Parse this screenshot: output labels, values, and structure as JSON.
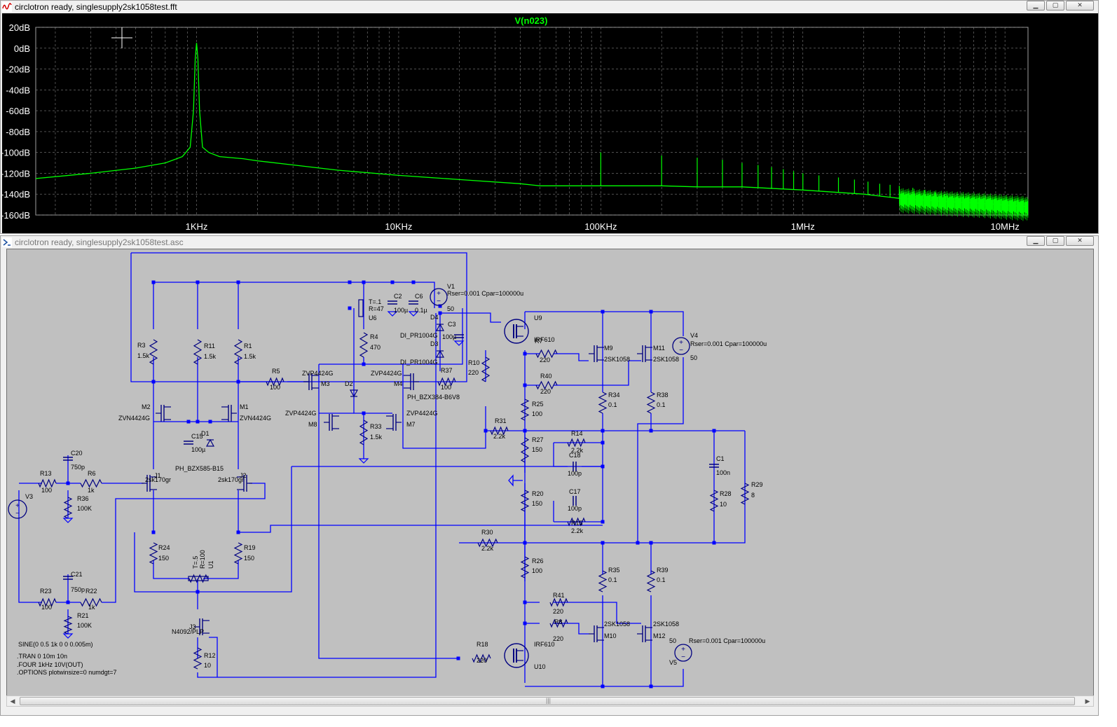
{
  "plot_window": {
    "title": "circlotron ready, singlesupply2sk1058test.fft",
    "trace_name": "V(n023)",
    "colors": {
      "background": "#000000",
      "grid": "#808080",
      "trace": "#00ff00",
      "axis_text": "#ffffff",
      "trace_label": "#00ff00"
    }
  },
  "chart_data": {
    "type": "line",
    "title": "V(n023)",
    "x_scale": "log",
    "xlim_hz": [
      160,
      13000000
    ],
    "ylim_db": [
      -160,
      20
    ],
    "y_ticks": [
      "20dB",
      "0dB",
      "-20dB",
      "-40dB",
      "-60dB",
      "-80dB",
      "-100dB",
      "-120dB",
      "-140dB",
      "-160dB"
    ],
    "y_tick_values": [
      20,
      0,
      -20,
      -40,
      -60,
      -80,
      -100,
      -120,
      -140,
      -160
    ],
    "x_ticks": [
      "1KHz",
      "10KHz",
      "100KHz",
      "1MHz",
      "10MHz"
    ],
    "x_tick_values": [
      1000,
      10000,
      100000,
      1000000,
      10000000
    ],
    "grid": true,
    "series": [
      {
        "name": "V(n023)",
        "color": "#00ff00",
        "x": [
          160,
          300,
          500,
          700,
          850,
          930,
          965,
          985,
          1000,
          1015,
          1035,
          1070,
          1150,
          1300,
          1700,
          2000,
          3000,
          5000,
          10000,
          20000,
          40000,
          50000,
          80000,
          100000,
          200000,
          300000,
          500000,
          1000000,
          2000000,
          3000000,
          5000000,
          8000000,
          13000000
        ],
        "y": [
          -125,
          -120,
          -115,
          -110,
          -104,
          -95,
          -60,
          -10,
          5,
          -10,
          -60,
          -95,
          -100,
          -104,
          -106,
          -108,
          -112,
          -117,
          -122,
          -126,
          -130,
          -132,
          -132,
          -132,
          -132,
          -133,
          -133,
          -136,
          -140,
          -144,
          -147,
          -149,
          -152
        ]
      }
    ],
    "spurs": {
      "color": "#00ff00",
      "x": [
        100000,
        200000,
        300000,
        400000,
        500000,
        600000,
        700000,
        800000,
        900000,
        1000000,
        1200000,
        1500000,
        1800000,
        2100000,
        2400000,
        2700000,
        3000000,
        3500000,
        4000000,
        4500000,
        5000000,
        6000000,
        7000000
      ],
      "y": [
        -100,
        -103,
        -105,
        -107,
        -110,
        -112,
        -114,
        -116,
        -118,
        -120,
        -122,
        -124,
        -126,
        -128,
        -130,
        -131,
        -132,
        -134,
        -136,
        -138,
        -140,
        -142,
        -144
      ]
    }
  },
  "schematic_window": {
    "title": "circlotron ready, singlesupply2sk1058test.asc",
    "colors": {
      "background": "#c0c0c0",
      "wire": "#0000ff",
      "component": "#000080",
      "text": "#000000",
      "junction": "#0000ff"
    },
    "directives": [
      "SINE(0 0.5 1k 0 0 0.005m)",
      ".TRAN 0 10m 10n",
      ".FOUR 1kHz 10V(OUT)",
      ".OPTIONS plotwinsize=0 numdgt=7"
    ],
    "resistors": [
      {
        "ref": "R3",
        "value": "1.5k"
      },
      {
        "ref": "R11",
        "value": "1.5k"
      },
      {
        "ref": "R1",
        "value": "1.5k"
      },
      {
        "ref": "R5",
        "value": "100"
      },
      {
        "ref": "R4",
        "value": "470"
      },
      {
        "ref": "R33",
        "value": "1.5k"
      },
      {
        "ref": "R37",
        "value": "100"
      },
      {
        "ref": "R10",
        "value": "220"
      },
      {
        "ref": "R7",
        "value": "220"
      },
      {
        "ref": "R40",
        "value": "220"
      },
      {
        "ref": "R25",
        "value": "100"
      },
      {
        "ref": "R34",
        "value": "0.1"
      },
      {
        "ref": "R38",
        "value": "0.1"
      },
      {
        "ref": "R31",
        "value": "2.2k"
      },
      {
        "ref": "R27",
        "value": "150"
      },
      {
        "ref": "R14",
        "value": "2.2k"
      },
      {
        "ref": "R20",
        "value": "150"
      },
      {
        "ref": "R15",
        "value": "2.2k"
      },
      {
        "ref": "R28",
        "value": "10"
      },
      {
        "ref": "R29",
        "value": "8"
      },
      {
        "ref": "R30",
        "value": "2.2k"
      },
      {
        "ref": "R26",
        "value": "100"
      },
      {
        "ref": "R35",
        "value": "0.1"
      },
      {
        "ref": "R39",
        "value": "0.1"
      },
      {
        "ref": "R41",
        "value": "220"
      },
      {
        "ref": "R8",
        "value": "220"
      },
      {
        "ref": "R18",
        "value": "220"
      },
      {
        "ref": "R13",
        "value": "100"
      },
      {
        "ref": "R6",
        "value": "1k"
      },
      {
        "ref": "R36",
        "value": "100K"
      },
      {
        "ref": "R23",
        "value": "100"
      },
      {
        "ref": "R22",
        "value": "1k"
      },
      {
        "ref": "R21",
        "value": "100K"
      },
      {
        "ref": "R24",
        "value": "150"
      },
      {
        "ref": "R19",
        "value": "150"
      },
      {
        "ref": "R12",
        "value": "10"
      }
    ],
    "capacitors": [
      {
        "ref": "C2",
        "value": "100µ"
      },
      {
        "ref": "C6",
        "value": "0.1µ"
      },
      {
        "ref": "C3",
        "value": "100µ"
      },
      {
        "ref": "C1",
        "value": "100n"
      },
      {
        "ref": "C18",
        "value": "100p"
      },
      {
        "ref": "C17",
        "value": "100p"
      },
      {
        "ref": "C20",
        "value": "750p"
      },
      {
        "ref": "C21",
        "value": "750p"
      },
      {
        "ref": "C15",
        "value": "100µ"
      }
    ],
    "transistors": [
      {
        "ref": "M2",
        "part": "ZVN4424G"
      },
      {
        "ref": "M1",
        "part": "ZVN4424G"
      },
      {
        "ref": "M3",
        "part": "ZVP4424G"
      },
      {
        "ref": "M4",
        "part": "ZVP4424G"
      },
      {
        "ref": "M8",
        "part": "ZVP4424G"
      },
      {
        "ref": "M7",
        "part": "ZVP4424G"
      },
      {
        "ref": "M9",
        "part": "2SK1058"
      },
      {
        "ref": "M11",
        "part": "2SK1058"
      },
      {
        "ref": "M10",
        "part": "2SK1058"
      },
      {
        "ref": "M12",
        "part": "2SK1058"
      },
      {
        "ref": "J1",
        "part": "2sk170gr"
      },
      {
        "ref": "J2",
        "part": "2sk170gr"
      },
      {
        "ref": "J3",
        "part": "N4092/PLP"
      },
      {
        "ref": "U9",
        "part": "IRF610"
      },
      {
        "ref": "U10",
        "part": "IRF610"
      }
    ],
    "diodes": [
      {
        "ref": "D4",
        "part": "DI_PR1004G"
      },
      {
        "ref": "D3",
        "part": "DI_PR1004G"
      },
      {
        "ref": "D2",
        "part": "PH_BZX384-B6V8"
      },
      {
        "ref": "D1",
        "part": "PH_BZX585-B15"
      }
    ],
    "sources": [
      {
        "ref": "V1",
        "value": "50",
        "params": "Rser=0.001 Cpar=100000u"
      },
      {
        "ref": "V4",
        "value": "50",
        "params": "Rser=0.001 Cpar=100000u"
      },
      {
        "ref": "V5",
        "value": "50",
        "params": "Rser=0.001 Cpar=100000u"
      },
      {
        "ref": "V3",
        "value": "",
        "params": ""
      }
    ],
    "pots": [
      {
        "ref": "U6",
        "p1": "T=.1",
        "p2": "R=47"
      },
      {
        "ref": "U1",
        "p1": "T=.5",
        "p2": "R=100"
      }
    ]
  }
}
